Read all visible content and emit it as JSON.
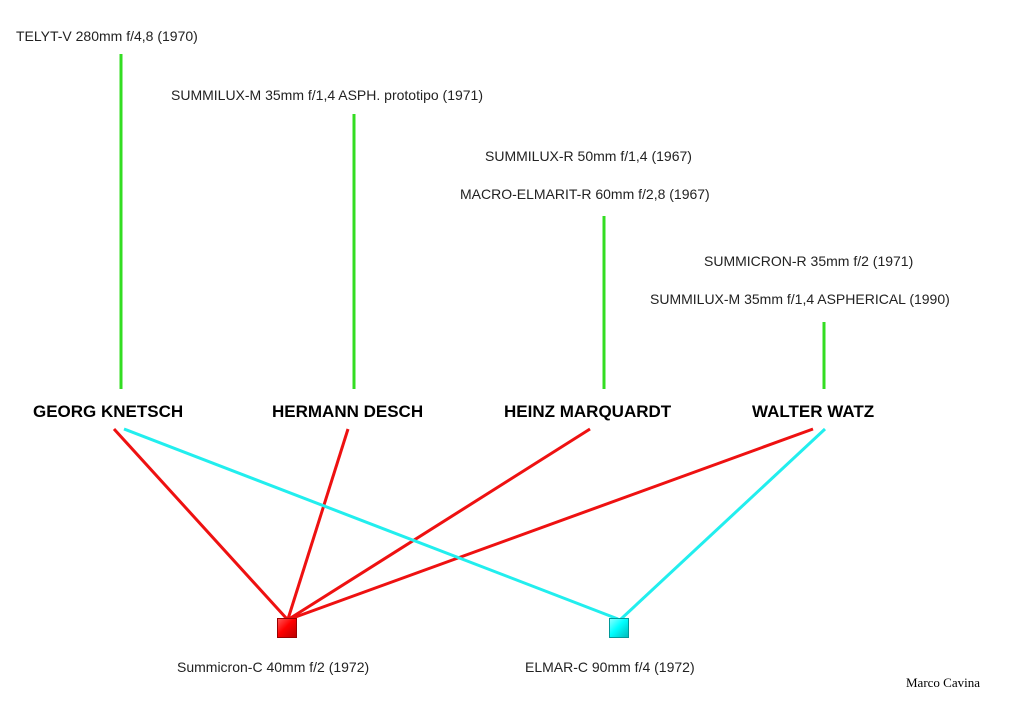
{
  "designers": [
    {
      "name": "GEORG KNETSCH",
      "lenses": [
        "TELYT-V 280mm f/4,8 (1970)"
      ]
    },
    {
      "name": "HERMANN DESCH",
      "lenses": [
        "SUMMILUX-M 35mm f/1,4 ASPH. prototipo (1971)"
      ]
    },
    {
      "name": "HEINZ MARQUARDT",
      "lenses": [
        "SUMMILUX-R 50mm f/1,4 (1967)",
        "MACRO-ELMARIT-R 60mm f/2,8 (1967)"
      ]
    },
    {
      "name": "WALTER WATZ",
      "lenses": [
        "SUMMICRON-R 35mm f/2 (1971)",
        "SUMMILUX-M 35mm f/1,4 ASPHERICAL (1990)"
      ]
    }
  ],
  "products": [
    {
      "name": "Summicron-C 40mm f/2 (1972)",
      "color": "#ff0000",
      "designers": [
        "GEORG KNETSCH",
        "HERMANN DESCH",
        "HEINZ MARQUARDT",
        "WALTER WATZ"
      ]
    },
    {
      "name": "ELMAR-C 90mm f/4 (1972)",
      "color": "#00ffff",
      "designers": [
        "GEORG KNETSCH",
        "WALTER WATZ"
      ]
    }
  ],
  "colors": {
    "lens_stem": "#33dd22",
    "summicron_link": "#ee1111",
    "elmar_link": "#22eeee"
  },
  "credit": "Marco Cavina"
}
